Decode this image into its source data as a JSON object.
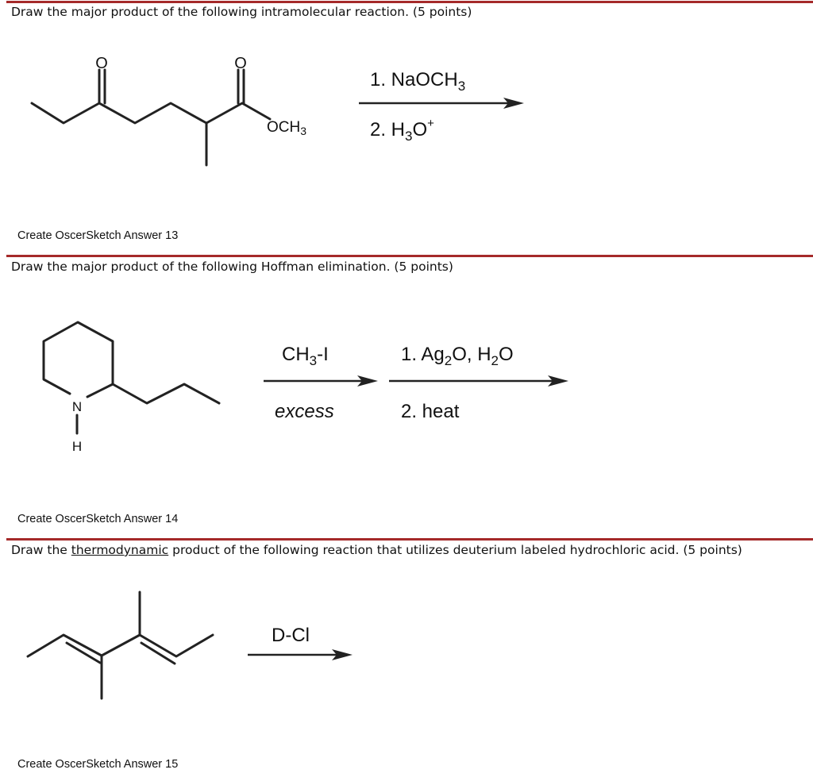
{
  "questions": [
    {
      "prompt": "Draw the major product of the following intramolecular reaction.  (5 points)",
      "answer_link": "Create OscerSketch Answer 13",
      "structure_labels": {
        "o1": "O",
        "o2": "O",
        "och3": "OCH",
        "och3_sub": "3"
      },
      "reagents": {
        "step1": "1. NaOCH",
        "step1_sub": "3",
        "step2_a": "2. H",
        "step2_sub": "3",
        "step2_b": "O",
        "step2_sup": "+"
      }
    },
    {
      "prompt": "Draw the major product of the following Hoffman elimination.  (5 points)",
      "answer_link": "Create OscerSketch Answer 14",
      "structure_labels": {
        "n": "N",
        "h": "H"
      },
      "reagents": {
        "first_above_a": "CH",
        "first_above_sub": "3",
        "first_above_b": "-I",
        "first_below": "excess",
        "second_above_a": "1. Ag",
        "second_above_sub1": "2",
        "second_above_b": "O, H",
        "second_above_sub2": "2",
        "second_above_c": "O",
        "second_below": "2. heat"
      }
    },
    {
      "prompt_before": "Draw the ",
      "prompt_underlined": "thermodynamic",
      "prompt_after": " product of the following reaction that utilizes deuterium labeled hydrochloric acid.  (5 points)",
      "answer_link": "Create OscerSketch Answer 15",
      "reagents": {
        "above": "D-Cl"
      }
    }
  ],
  "colors": {
    "rule": "#a52a2a",
    "text": "#111111"
  }
}
